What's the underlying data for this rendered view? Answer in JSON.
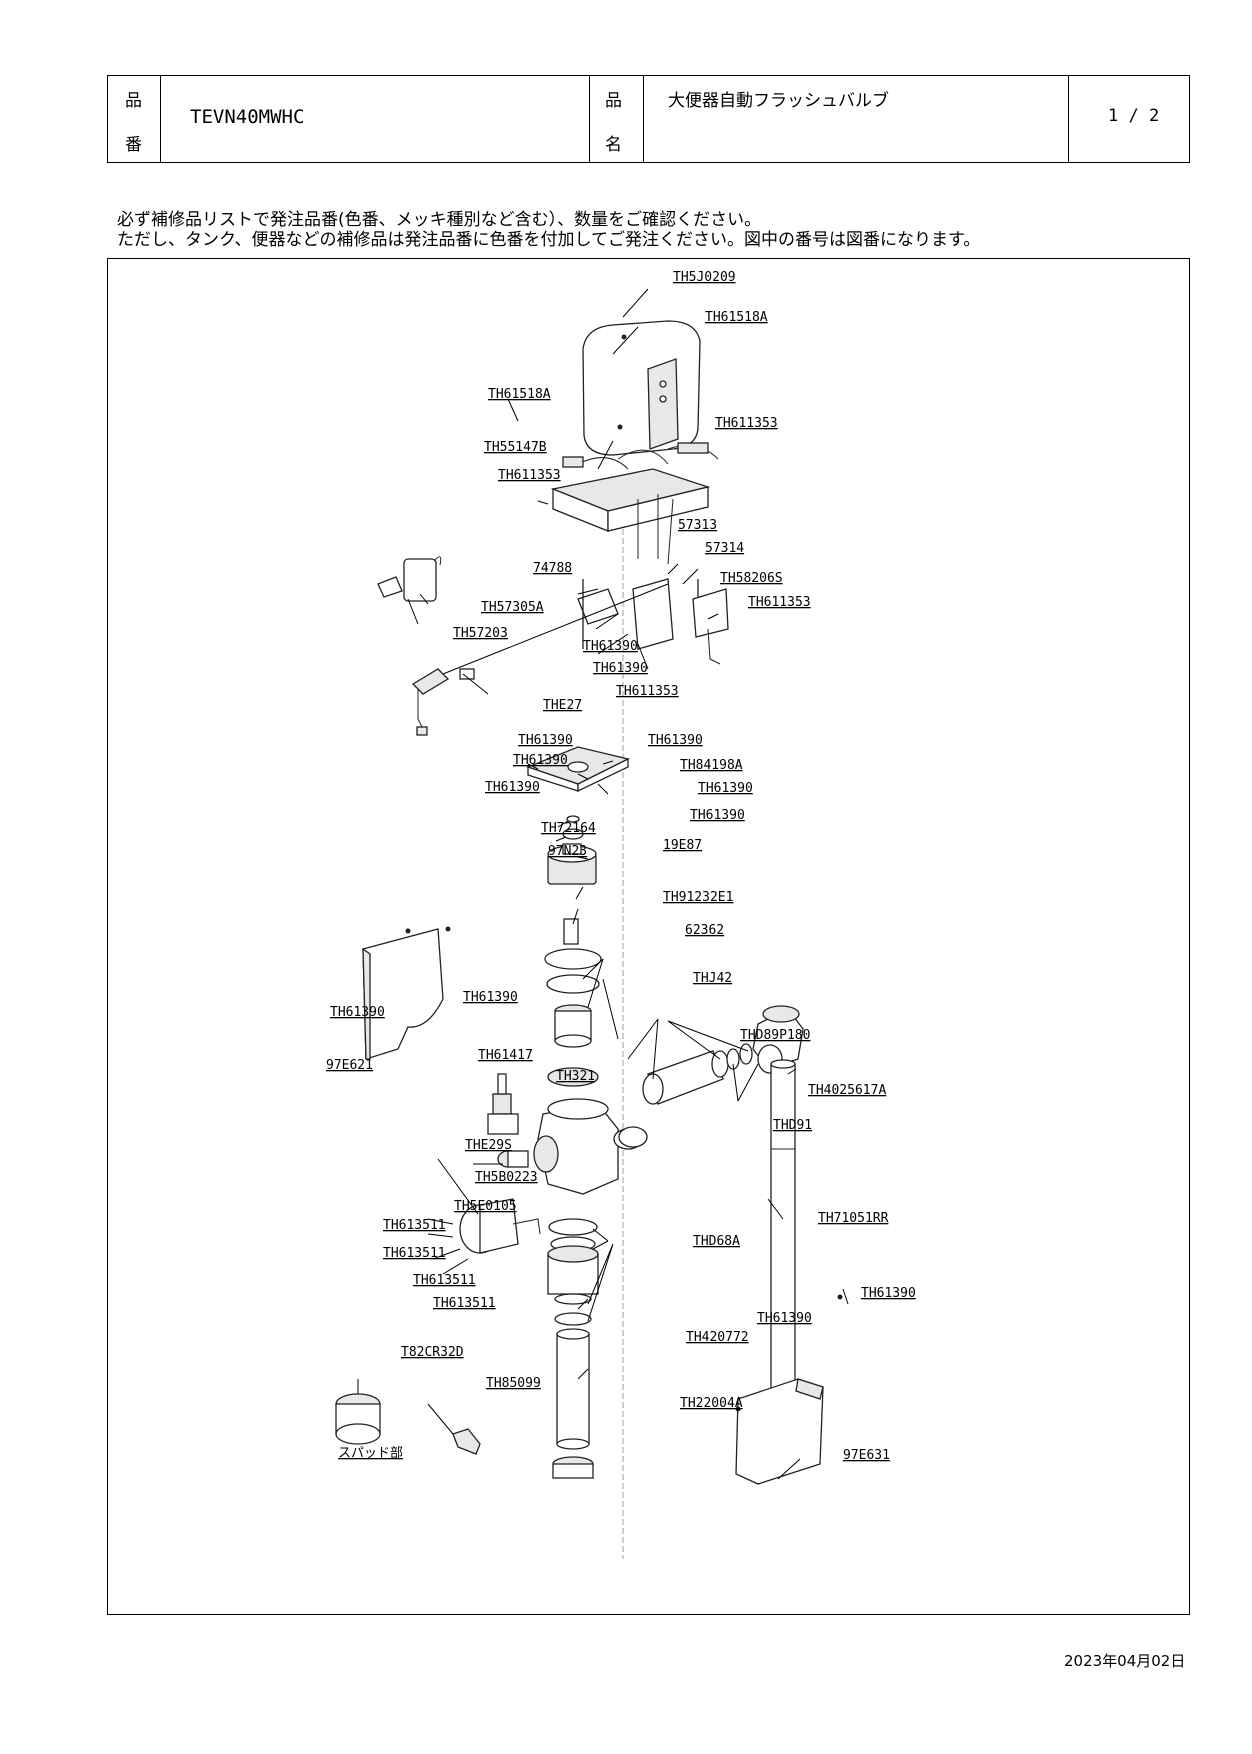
{
  "header": {
    "hinban_label_1": "品",
    "hinban_label_2": "番",
    "product_code": "TEVN40MWHC",
    "hinmei_label_1": "品",
    "hinmei_label_2": "名",
    "product_name": "大便器自動フラッシュバルブ",
    "page": "1 / 2"
  },
  "notes": {
    "line1": "必ず補修品リストで発注品番(色番、メッキ種別など含む）、数量をご確認ください。",
    "line2": "ただし、タンク、便器などの補修品は発注品番に色番を付加してご発注ください。図中の番号は図番になります。"
  },
  "parts": {
    "p01": "TH5J0209",
    "p02": "TH61518A",
    "p03": "TH61518A",
    "p04": "TH55147B",
    "p05": "TH611353",
    "p06": "TH611353",
    "p07": "57313",
    "p08": "57314",
    "p09": "74788",
    "p10": "TH58206S",
    "p11": "TH611353",
    "p12": "TH57305A",
    "p13": "TH57203",
    "p14": "TH61390",
    "p15": "TH61390",
    "p16": "TH611353",
    "p17": "THE27",
    "p18": "TH61390",
    "p19": "TH61390",
    "p20": "TH61390",
    "p21": "TH84198A",
    "p22": "TH61390",
    "p23": "TH61390",
    "p24": "TH61390",
    "p25": "TH72164",
    "p26": "97N23",
    "p27": "19E87",
    "p28": "TH91232E1",
    "p29": "TH61390",
    "p30": "TH61390",
    "p31": "62362",
    "p32": "THJ42",
    "p33": "THD89P180",
    "p34": "97E621",
    "p35": "TH61417",
    "p36": "TH321",
    "p37": "TH4025617A",
    "p38": "THD91",
    "p39": "THE29S",
    "p40": "TH5B0223",
    "p41": "TH5E0105",
    "p42": "TH613511",
    "p43": "TH613511",
    "p44": "TH613511",
    "p45": "TH613511",
    "p46": "THD68A",
    "p47": "TH71051RR",
    "p48": "TH61390",
    "p49": "TH61390",
    "p50": "TH420772",
    "p51": "T82CR32D",
    "p52": "TH85099",
    "p53": "TH22004A",
    "p54": "スパッド部",
    "p55": "97E631"
  },
  "date": "2023年04月02日"
}
